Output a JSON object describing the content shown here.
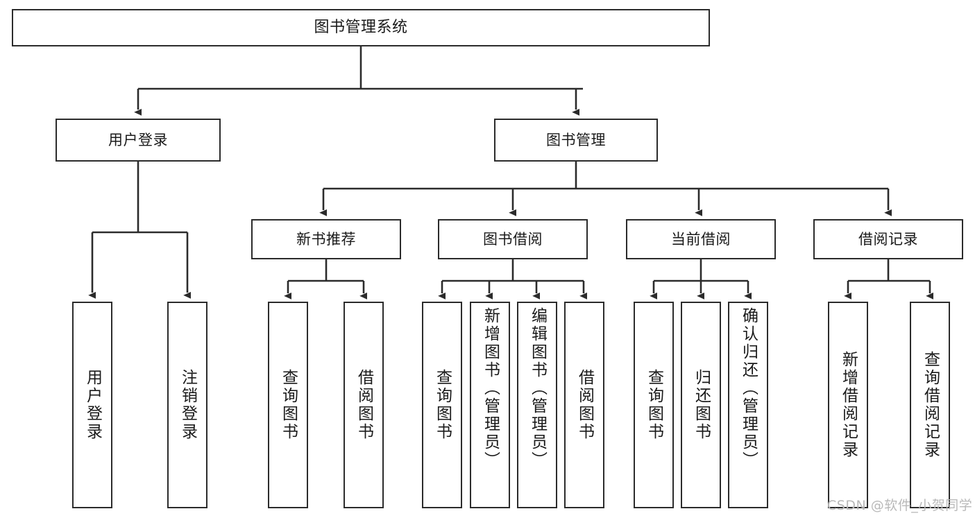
{
  "diagram": {
    "title": "图书管理系统",
    "type": "hierarchy-tree",
    "watermark": "CSDN @软件_小贺同学",
    "colors": {
      "stroke": "#2b2b2b",
      "fill": "#ffffff",
      "text": "#1a1a1a",
      "watermark": "#b9b9b9"
    },
    "nodes": {
      "root": {
        "label": "图书管理系统",
        "level": 1
      },
      "level2": [
        {
          "id": "user-login",
          "label": "用户登录"
        },
        {
          "id": "book-manage",
          "label": "图书管理"
        }
      ],
      "level3": [
        {
          "id": "new-book-recommend",
          "label": "新书推荐"
        },
        {
          "id": "book-borrow",
          "label": "图书借阅"
        },
        {
          "id": "current-borrow",
          "label": "当前借阅"
        },
        {
          "id": "borrow-record",
          "label": "借阅记录"
        }
      ],
      "leaves": {
        "user-login": [
          {
            "id": "leaf-user-login",
            "label": "用户登录"
          },
          {
            "id": "leaf-logout",
            "label": "注销登录"
          }
        ],
        "new-book-recommend": [
          {
            "id": "leaf-query-book-1",
            "label": "查询图书"
          },
          {
            "id": "leaf-borrow-book-1",
            "label": "借阅图书"
          }
        ],
        "book-borrow": [
          {
            "id": "leaf-query-book-2",
            "label": "查询图书"
          },
          {
            "id": "leaf-add-book",
            "label": "新增图书（管理员）"
          },
          {
            "id": "leaf-edit-book",
            "label": "编辑图书（管理员）"
          },
          {
            "id": "leaf-borrow-book-2",
            "label": "借阅图书"
          }
        ],
        "current-borrow": [
          {
            "id": "leaf-query-book-3",
            "label": "查询图书"
          },
          {
            "id": "leaf-return-book",
            "label": "归还图书"
          },
          {
            "id": "leaf-confirm-return",
            "label": "确认归还（管理员）"
          }
        ],
        "borrow-record": [
          {
            "id": "leaf-add-record",
            "label": "新增借阅记录"
          },
          {
            "id": "leaf-query-record",
            "label": "查询借阅记录"
          }
        ]
      }
    }
  }
}
